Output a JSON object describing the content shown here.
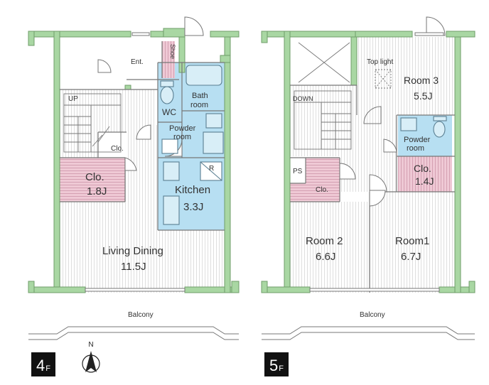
{
  "colors": {
    "wall": "#a9d7a3",
    "wall_edge": "#6f9c6a",
    "wet_area": "#b7dff2",
    "closet": "#e8b8c8",
    "floor_lines": "#d9d9d9",
    "fixture": "#5a7f92"
  },
  "floor4": {
    "badge_number": "4",
    "badge_unit": "F",
    "compass_label": "N",
    "rooms": {
      "entrance": "Ent.",
      "shoe": "Shoe",
      "up_stair": "UP",
      "wc": "WC",
      "bath_line1": "Bath",
      "bath_line2": "room",
      "powder_line1": "Powder",
      "powder_line2": "room",
      "closet_small": "Clo.",
      "closet_big": "Clo.",
      "closet_big_size": "1.8J",
      "fridge": "R",
      "kitchen": "Kitchen",
      "kitchen_size": "3.3J",
      "living": "Living Dining",
      "living_size": "11.5J",
      "balcony": "Balcony"
    }
  },
  "floor5": {
    "badge_number": "5",
    "badge_unit": "F",
    "rooms": {
      "top_light": "Top light",
      "room3": "Room 3",
      "room3_size": "5.5J",
      "down_stair": "DOWN",
      "powder_line1": "Powder",
      "powder_line2": "room",
      "ps": "PS",
      "closet_small": "Clo.",
      "closet_big": "Clo.",
      "closet_big_size": "1.4J",
      "room2": "Room 2",
      "room2_size": "6.6J",
      "room1": "Room1",
      "room1_size": "6.7J",
      "balcony": "Balcony"
    }
  }
}
